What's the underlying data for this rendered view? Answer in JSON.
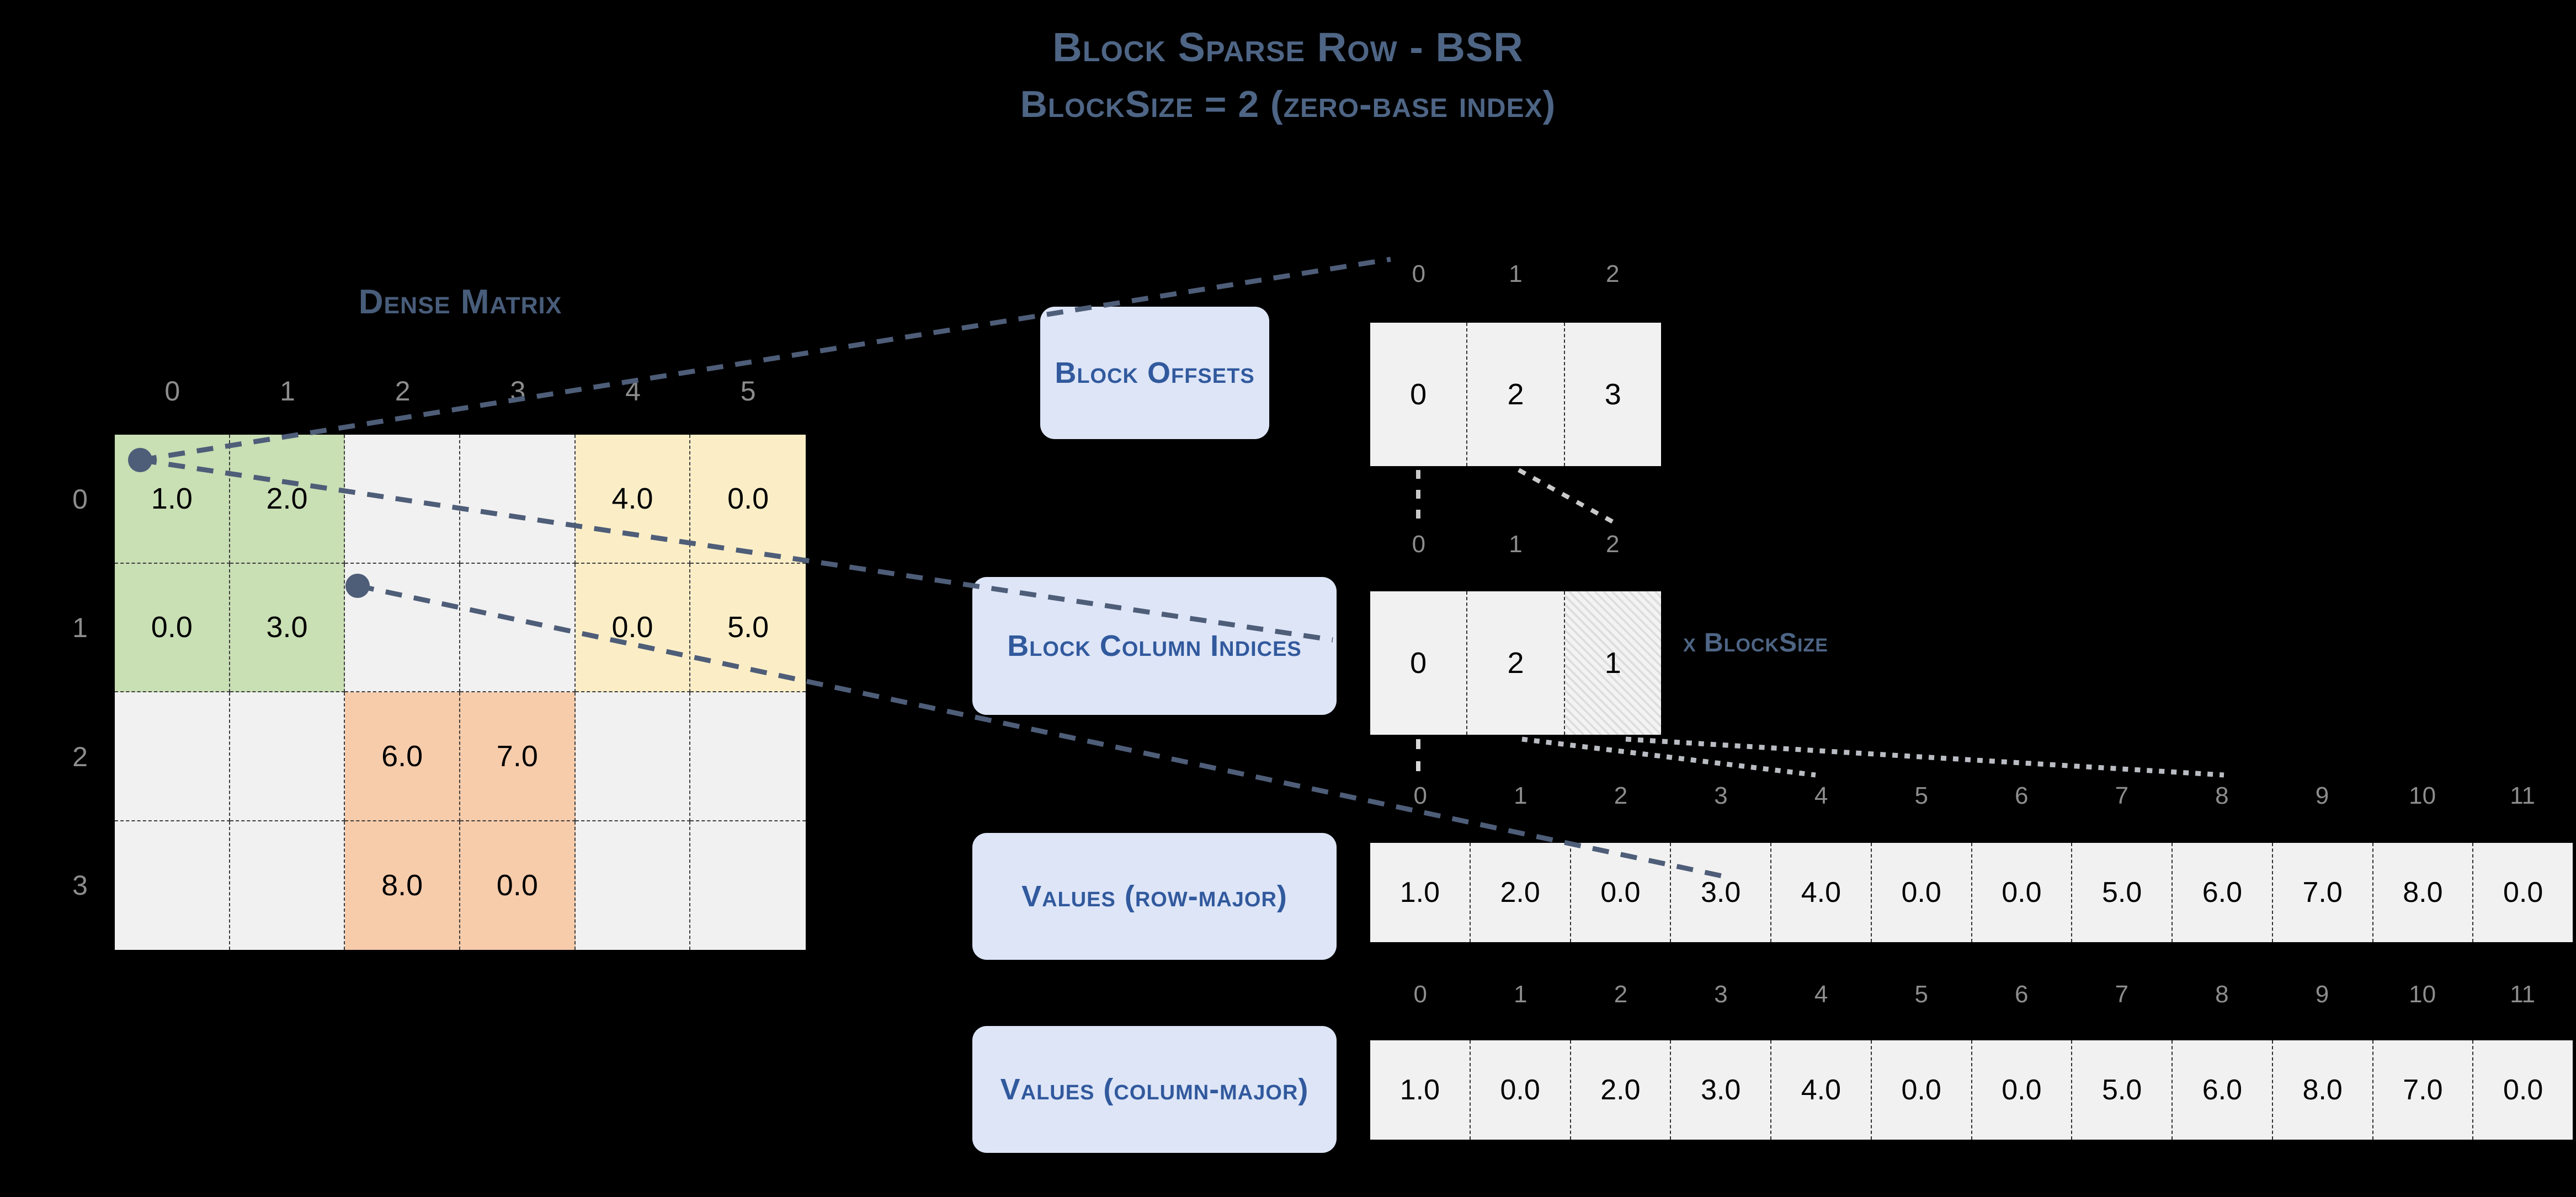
{
  "title": {
    "line1": "Block Sparse Row - BSR",
    "line2": "BlockSize = 2 (zero-base index)"
  },
  "dense_matrix": {
    "heading": "Dense Matrix",
    "col_headers": [
      "0",
      "1",
      "2",
      "3",
      "4",
      "5"
    ],
    "row_headers": [
      "0",
      "1",
      "2",
      "3"
    ],
    "rows": [
      [
        {
          "v": "1.0",
          "color": "green"
        },
        {
          "v": "2.0",
          "color": "green"
        },
        {
          "v": "",
          "color": "grey"
        },
        {
          "v": "",
          "color": "grey"
        },
        {
          "v": "4.0",
          "color": "yellow"
        },
        {
          "v": "0.0",
          "color": "yellow"
        }
      ],
      [
        {
          "v": "0.0",
          "color": "green"
        },
        {
          "v": "3.0",
          "color": "green"
        },
        {
          "v": "",
          "color": "grey"
        },
        {
          "v": "",
          "color": "grey"
        },
        {
          "v": "0.0",
          "color": "yellow"
        },
        {
          "v": "5.0",
          "color": "yellow"
        }
      ],
      [
        {
          "v": "",
          "color": "grey"
        },
        {
          "v": "",
          "color": "grey"
        },
        {
          "v": "6.0",
          "color": "orange"
        },
        {
          "v": "7.0",
          "color": "orange"
        },
        {
          "v": "",
          "color": "grey"
        },
        {
          "v": "",
          "color": "grey"
        }
      ],
      [
        {
          "v": "",
          "color": "grey"
        },
        {
          "v": "",
          "color": "grey"
        },
        {
          "v": "8.0",
          "color": "orange"
        },
        {
          "v": "0.0",
          "color": "orange"
        },
        {
          "v": "",
          "color": "grey"
        },
        {
          "v": "",
          "color": "grey"
        }
      ]
    ]
  },
  "block_offsets": {
    "label": "Block Offsets",
    "indices": [
      "0",
      "1",
      "2"
    ],
    "values": [
      "0",
      "2",
      "3"
    ]
  },
  "block_column_indices": {
    "label": "Block Column Indices",
    "indices": [
      "0",
      "1",
      "2"
    ],
    "values": [
      "0",
      "2",
      "1"
    ],
    "hatched_index": 2,
    "annotation": "x BlockSize"
  },
  "values_row_major": {
    "label": "Values (row-major)",
    "indices": [
      "0",
      "1",
      "2",
      "3",
      "4",
      "5",
      "6",
      "7",
      "8",
      "9",
      "10",
      "11"
    ],
    "values": [
      "1.0",
      "2.0",
      "0.0",
      "3.0",
      "4.0",
      "0.0",
      "0.0",
      "5.0",
      "6.0",
      "7.0",
      "8.0",
      "0.0"
    ],
    "colors": [
      "green",
      "green",
      "green",
      "green",
      "yellow",
      "yellow",
      "yellow",
      "yellow",
      "orange",
      "orange",
      "orange",
      "orange"
    ]
  },
  "values_column_major": {
    "label": "Values (column-major)",
    "indices": [
      "0",
      "1",
      "2",
      "3",
      "4",
      "5",
      "6",
      "7",
      "8",
      "9",
      "10",
      "11"
    ],
    "values": [
      "1.0",
      "0.0",
      "2.0",
      "3.0",
      "4.0",
      "0.0",
      "0.0",
      "5.0",
      "6.0",
      "8.0",
      "7.0",
      "0.0"
    ],
    "colors": [
      "green",
      "green",
      "green",
      "green",
      "yellow",
      "yellow",
      "yellow",
      "yellow",
      "orange",
      "orange",
      "orange",
      "orange"
    ]
  },
  "palette": {
    "background": "#000000",
    "title_blue": "#4e6585",
    "pill_bg": "#dde5f7",
    "pill_text": "#31599d",
    "green": "#c9dfb4",
    "yellow": "#fbeec7",
    "orange": "#f7ccab",
    "grey": "#f1f1f1",
    "index_grey": "#8d8d8d",
    "marker": "#4e5d78"
  }
}
